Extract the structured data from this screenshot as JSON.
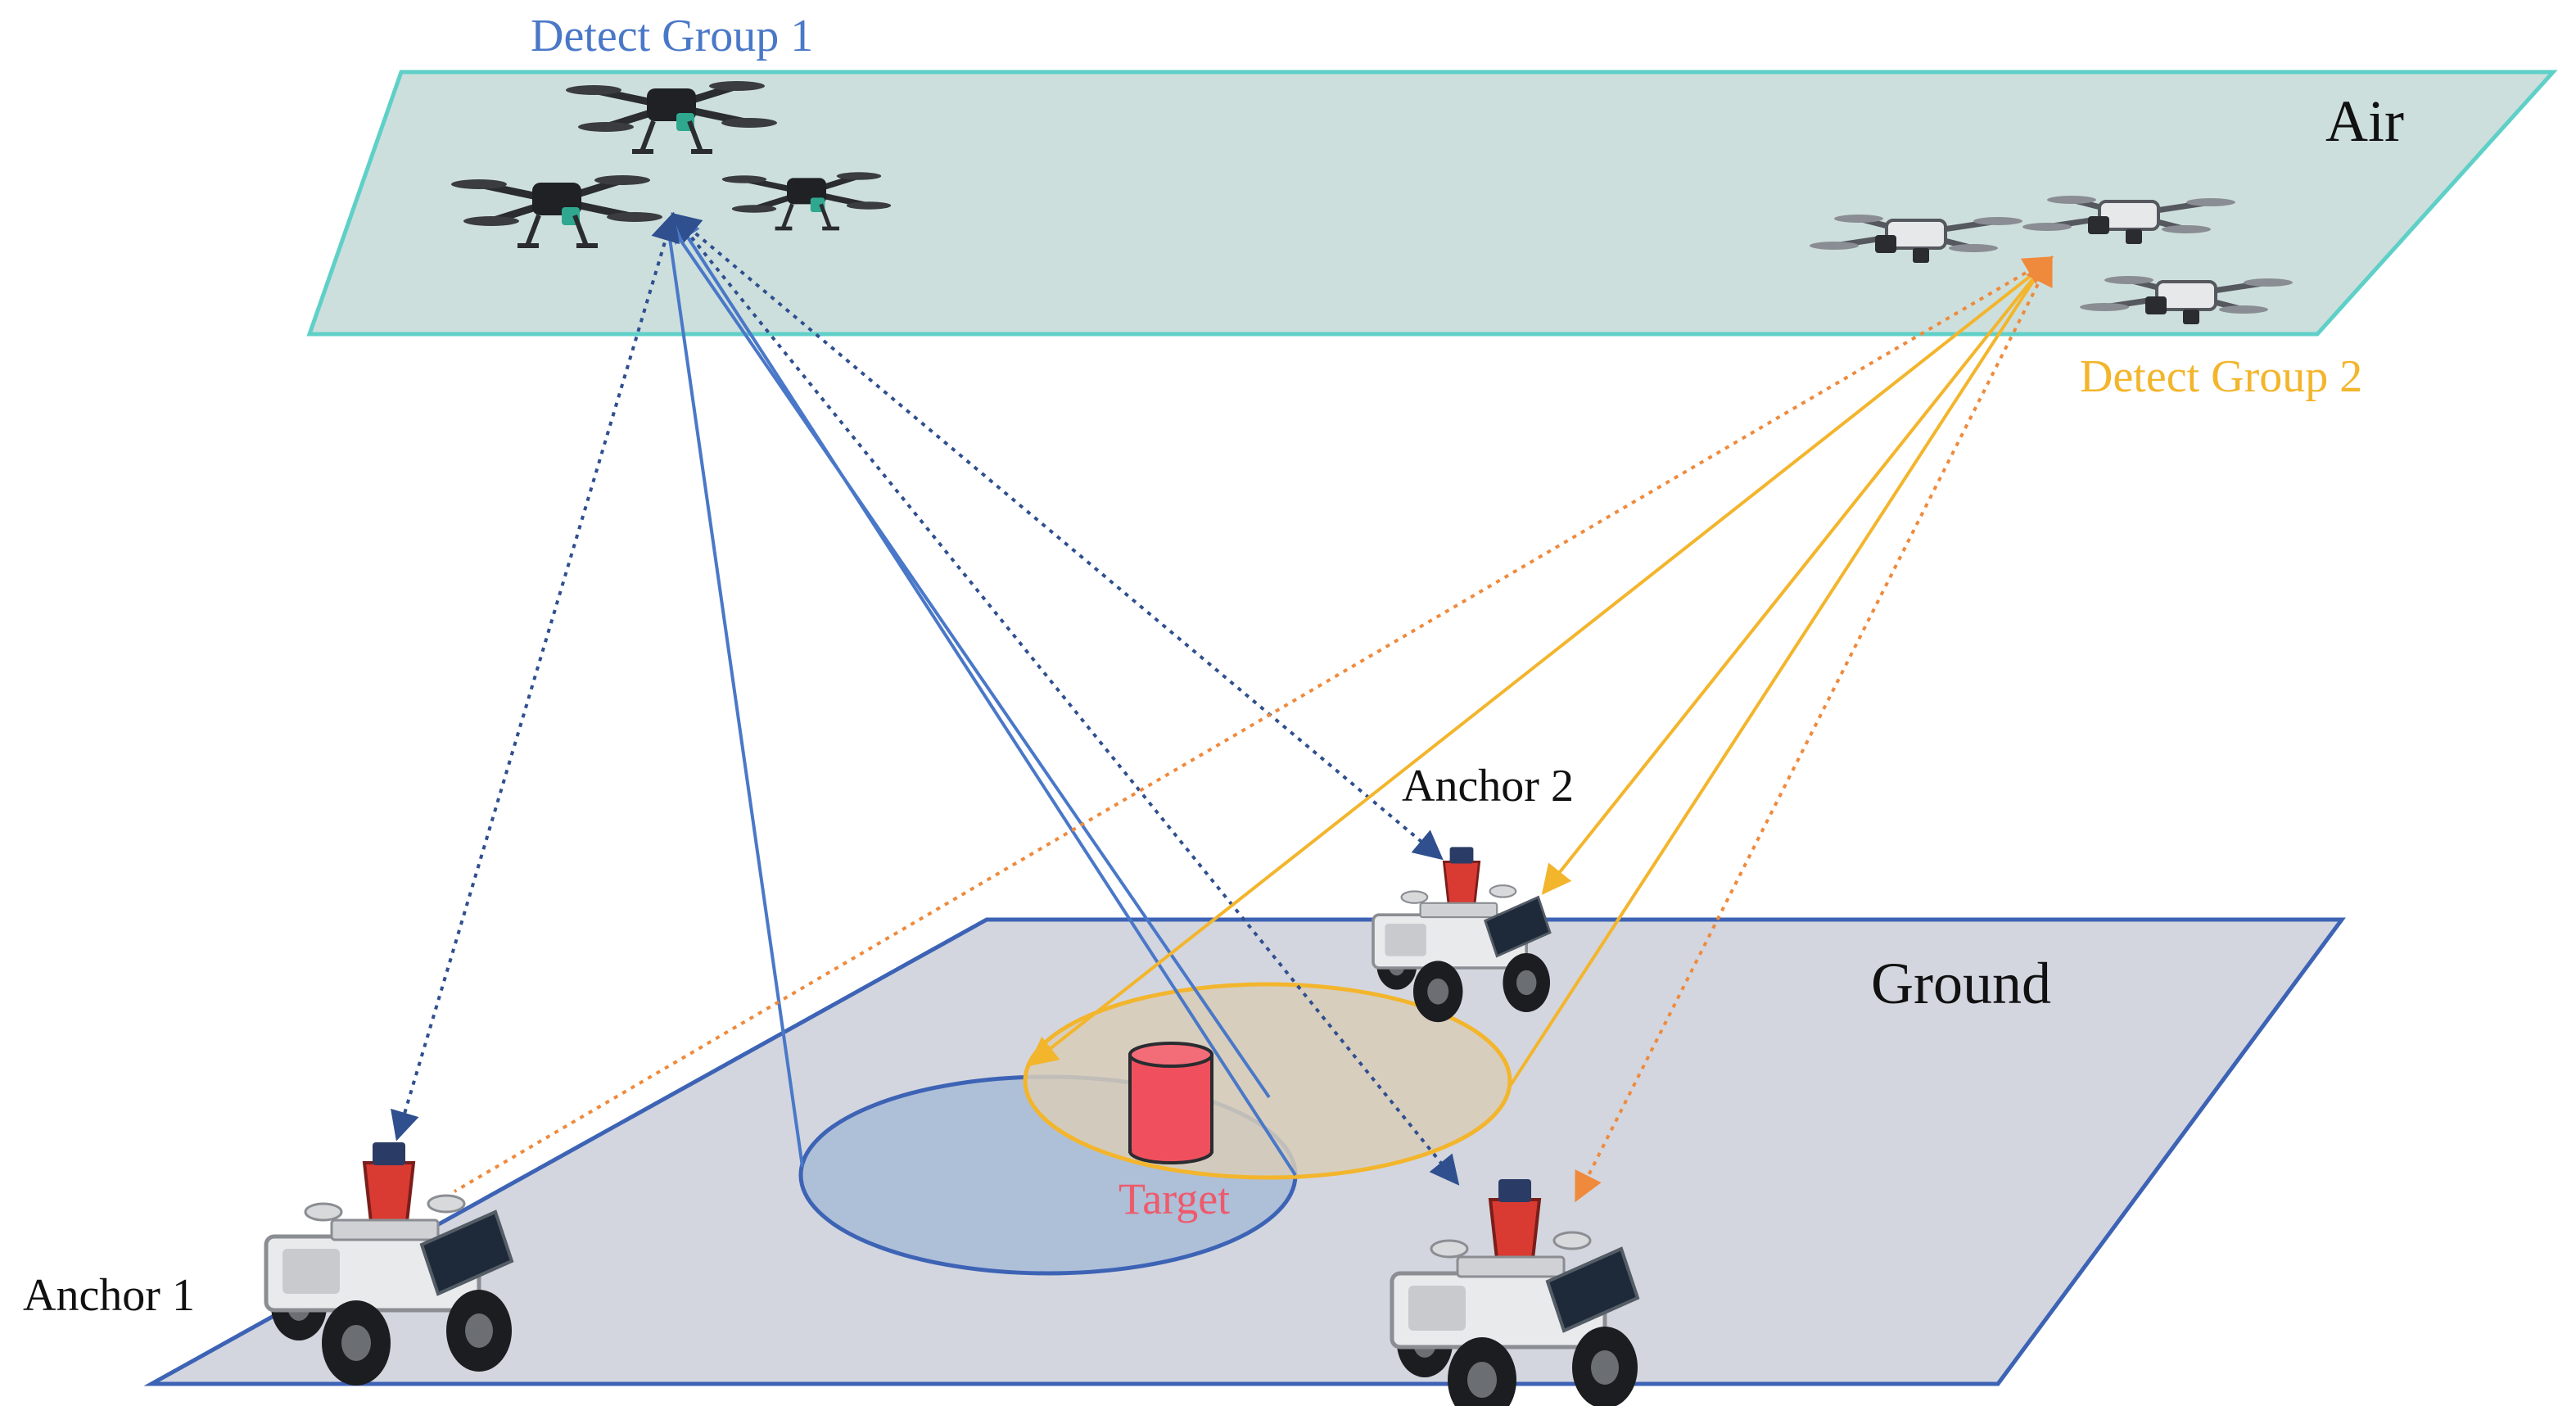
{
  "planes": {
    "air": {
      "label": "Air",
      "fill": "#cddfdc",
      "stroke": "#5fd0c8"
    },
    "ground": {
      "label": "Ground",
      "fill": "#d3d6df",
      "stroke": "#3d63b5"
    }
  },
  "groups": {
    "group1": {
      "label": "Detect Group 1",
      "color": "#4a78c8"
    },
    "group2": {
      "label": "Detect Group 2",
      "color": "#f3b52c"
    }
  },
  "anchors": {
    "anchor1": {
      "label": "Anchor 1"
    },
    "anchor2": {
      "label": "Anchor 2"
    }
  },
  "target": {
    "label": "Target",
    "color": "#f0505e",
    "text_color": "#ee5a6b"
  },
  "colors": {
    "link_dotted_blue": "#2f4f8f",
    "link_dotted_orange": "#ef8a3c",
    "zone_blue_fill": "#aebfd8",
    "zone_yellow_fill": "#d8cdb9",
    "robot_red": "#d93a32",
    "drone_dark": "#2a2c30"
  }
}
